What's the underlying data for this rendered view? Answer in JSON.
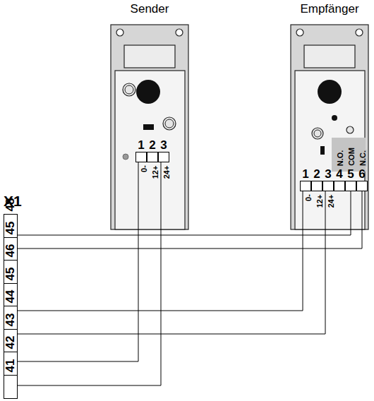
{
  "diagram": {
    "nodes": [
      {
        "text": [
          "Sender"
        ]
      },
      {
        "text": [
          "1",
          "0-"
        ],
        "in": 0
      },
      {
        "text": [
          "2",
          "12+"
        ],
        "in": 0
      },
      {
        "text": [
          "3",
          "24+"
        ],
        "in": 0
      },
      {
        "text": [
          "Empfänger"
        ]
      },
      {
        "text": [
          "1",
          "0-"
        ],
        "in": 4
      },
      {
        "text": [
          "2",
          "12+"
        ],
        "in": 4
      },
      {
        "text": [
          "3",
          "24+"
        ],
        "in": 4
      },
      {
        "text": [
          "4",
          "N.O."
        ],
        "in": 4
      },
      {
        "text": [
          "5",
          "COM"
        ],
        "in": 4
      },
      {
        "text": [
          "6",
          "N.C."
        ],
        "in": 4
      },
      {
        "text": [
          "X1"
        ]
      },
      {
        "text": [
          "48"
        ],
        "in": 11
      },
      {
        "text": [
          "45"
        ],
        "in": 11
      },
      {
        "text": [
          "46"
        ],
        "in": 11
      },
      {
        "text": [
          "45"
        ],
        "in": 11
      },
      {
        "text": [
          "44"
        ],
        "in": 11
      },
      {
        "text": [
          "43"
        ],
        "in": 11
      },
      {
        "text": [
          "42"
        ],
        "in": 11
      },
      {
        "text": [
          "41"
        ],
        "in": 11
      }
    ],
    "edges": [
      {
        "from": 12,
        "to": 9,
        "arrow": "none"
      },
      {
        "from": 13,
        "to": 10,
        "arrow": "none"
      },
      {
        "from": 16,
        "to": 5,
        "arrow": "none"
      },
      {
        "from": 17,
        "to": 7,
        "arrow": "none"
      },
      {
        "from": 18,
        "to": 1,
        "arrow": "none"
      },
      {
        "from": 19,
        "to": 3,
        "arrow": "none"
      }
    ]
  }
}
